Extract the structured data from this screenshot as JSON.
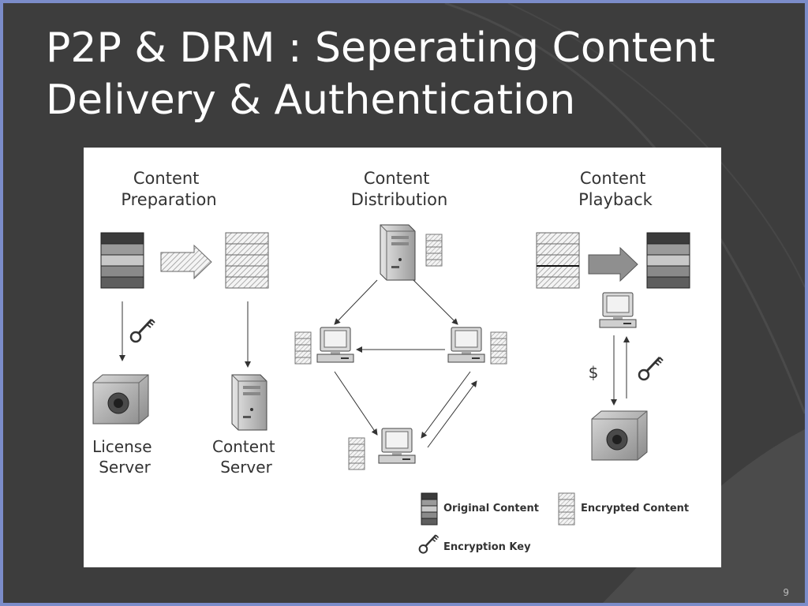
{
  "slide": {
    "title": "P2P & DRM : Seperating Content Delivery & Authentication",
    "number": "9"
  },
  "diagram": {
    "sections": {
      "preparation": [
        "Content",
        "Preparation"
      ],
      "distribution": [
        "Content",
        "Distribution"
      ],
      "playback": [
        "Content",
        "Playback"
      ]
    },
    "servers": {
      "license": [
        "License",
        "Server"
      ],
      "content": [
        "Content",
        "Server"
      ]
    },
    "payment_symbol": "$",
    "legend": {
      "original": "Original Content",
      "encrypted": "Encrypted Content",
      "key": "Encryption Key"
    },
    "colors": {
      "background": "#3d3d3d",
      "frame": "#7b8cc9",
      "panel": "#ffffff",
      "original_stack": [
        "#3b3b3b",
        "#9a9a9a",
        "#c8c8c8",
        "#8a8a8a",
        "#5e5e5e"
      ]
    }
  }
}
